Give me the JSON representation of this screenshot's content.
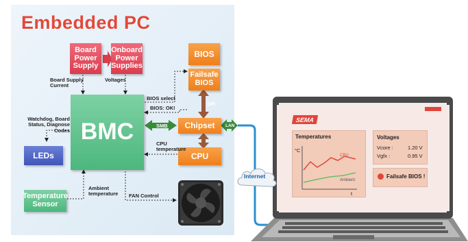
{
  "title": "Embedded PC",
  "boxes": {
    "board_power_supply": "Board Power Supply",
    "onboard_power_supplies": "Onboard Power Supplies",
    "bios": "BIOS",
    "failsafe_bios": "Failsafe BIOS",
    "bmc": "BMC",
    "chipset": "Chipset",
    "cpu": "CPU",
    "leds": "LEDs",
    "temperature_sensor": "Temperature Sensor"
  },
  "labels": {
    "board_supply_current": "Board Supply Current",
    "voltages": "Voltages",
    "bios_select": "BIOS select",
    "bios_ok": "BIOS: OK!",
    "spi": "SPI",
    "smb": "SMB",
    "lan": "LAN",
    "watchdog": "Watchdog, Board Status, Diagnose Codes",
    "cpu_temperature": "CPU temperature",
    "ambient_temperature": "Ambient temperature",
    "fan_control": "FAN Control",
    "internet": "Internet"
  },
  "laptop": {
    "logo": "SEMA",
    "temperatures_title": "Temperatures",
    "axis_y": "°C",
    "axis_x": "t",
    "series_cpu": "CPU",
    "series_ambient": "Ambient",
    "voltages_title": "Voltages",
    "vcore_label": "Vcore :",
    "vcore_value": "1.20 V",
    "vgfx_label": "Vgfx :",
    "vgfx_value": "0.95 V",
    "failsafe_label": "Failsafe BIOS !"
  },
  "colors": {
    "title_red": "#e2483a",
    "power_red": "#d93d4e",
    "orange": "#ef7f1a",
    "green": "#4cb77d",
    "blue": "#3f55b9",
    "connector_green": "#3a8a3a",
    "spi_brown": "#9a5a3a",
    "lan_blue": "#2a8fd0"
  }
}
